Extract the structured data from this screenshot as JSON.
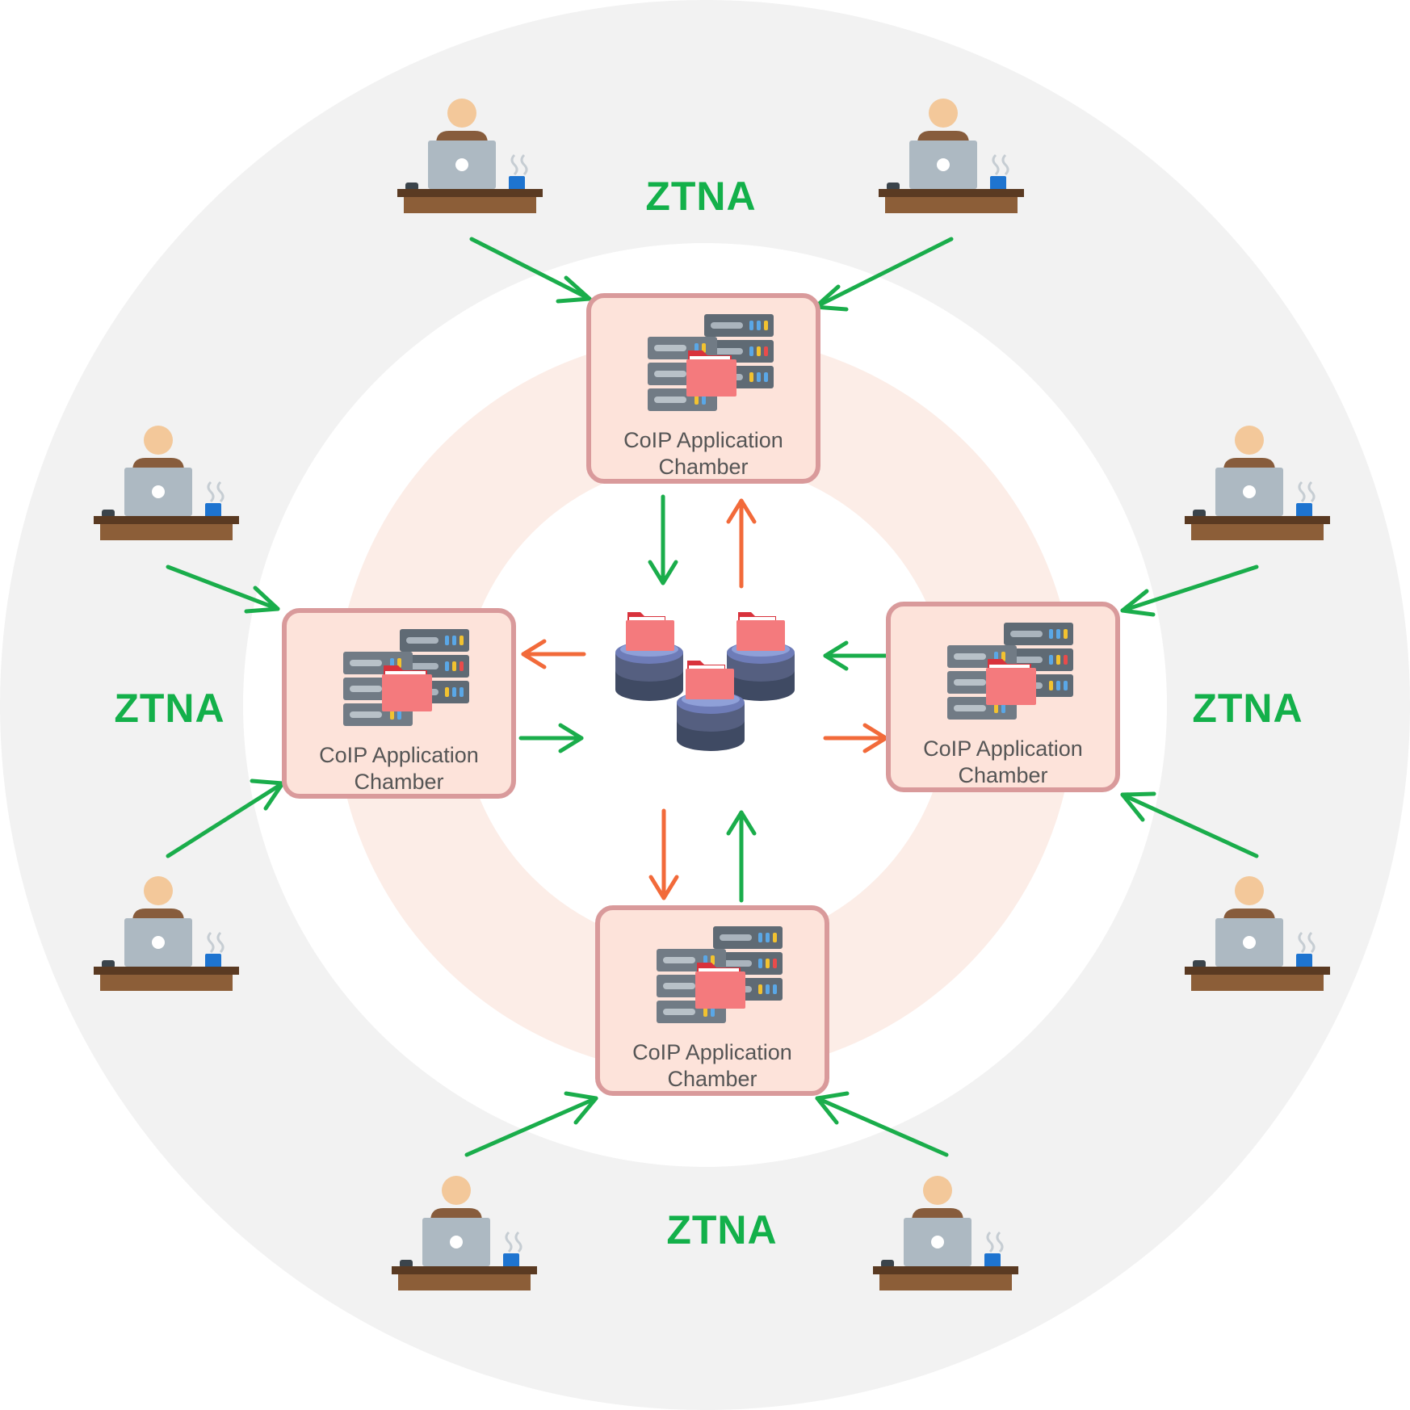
{
  "zone_label": "ZTNA",
  "chamber_label_line1": "CoIP Application",
  "chamber_label_line2": "Chamber",
  "colors": {
    "outer_ring": "#f2f2f2",
    "inner_ring": "#fcede7",
    "access_arrow": "#1aad4b",
    "data_arrow": "#f26a3a",
    "chamber_border": "#d99a9b",
    "chamber_fill": "#fde3da",
    "ztna_text": "#13b04a"
  },
  "icons": {
    "user": "user-at-laptop-icon",
    "chamber": "server-rack-with-folder-icon",
    "core": "database-cluster-icon"
  }
}
